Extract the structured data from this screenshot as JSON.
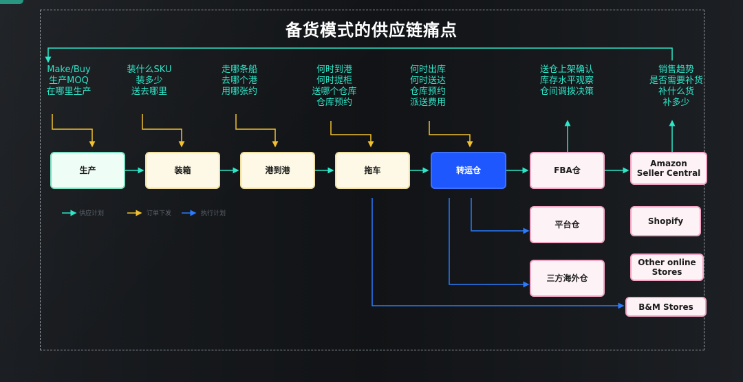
{
  "title": "备货模式的供应链痛点",
  "pain_points": [
    [
      "Make/Buy",
      "生产MOQ",
      "在哪里生产"
    ],
    [
      "装什么SKU",
      "装多少",
      "送去哪里"
    ],
    [
      "走哪条船",
      "去哪个港",
      "用哪张约"
    ],
    [
      "何时到港",
      "何时提柜",
      "送哪个仓库",
      "仓库预约"
    ],
    [
      "何时出库",
      "何时送达",
      "仓库预约",
      "派送费用"
    ],
    [
      "送仓上架确认",
      "库存水平观察",
      "仓间调拨决策"
    ],
    [
      "销售趋势",
      "是否需要补货",
      "补什么货",
      "补多少"
    ]
  ],
  "stages": [
    "生产",
    "装箱",
    "港到港",
    "拖车",
    "转运仓"
  ],
  "warehouses": [
    "FBA仓",
    "平台仓",
    "三方海外仓"
  ],
  "channels": [
    [
      "Amazon",
      "Seller Central"
    ],
    [
      "Shopify"
    ],
    [
      "Other online",
      "Stores"
    ],
    [
      "B&M Stores"
    ]
  ],
  "legend": [
    "供应计划",
    "订单下发",
    "执行计划"
  ],
  "colors": {
    "teal": "#2ee6c8",
    "yellow": "#f2c12e",
    "blue": "#2a7bff",
    "node_blue": "#1f57ff",
    "node_pink_border": "#f4a6c4"
  }
}
